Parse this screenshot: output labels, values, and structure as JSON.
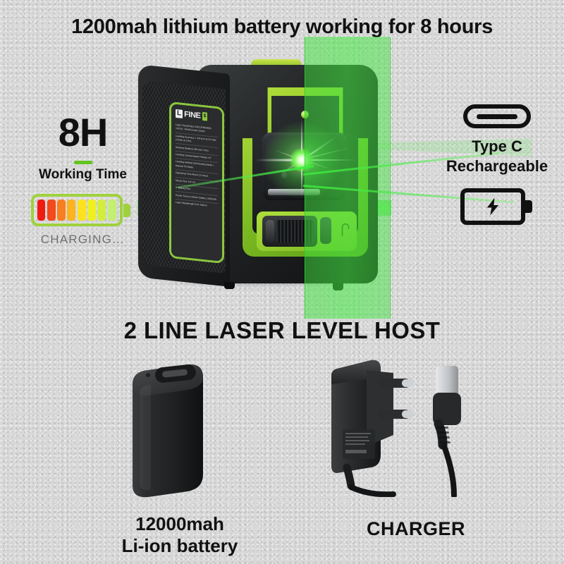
{
  "headline": "1200mah lithium battery working for 8 hours",
  "left_panel": {
    "hours": "8H",
    "working_time_label": "Working Time",
    "charging_label": "CHARGING…",
    "battery_cell_colors": [
      "#f01b12",
      "#f4491a",
      "#f87f1f",
      "#fbb31f",
      "#fde31f",
      "#eff01f",
      "#d2ee3d",
      "#c3ef72"
    ],
    "battery_outline_color": "#9fd13c"
  },
  "right_panel": {
    "usb_port_icon": "usb-c-port-icon",
    "type_c_line1": "Type C",
    "type_c_line2": "Rechargeable",
    "battery_bolt_icon": "battery-charging-icon"
  },
  "device": {
    "brand_logo_l": "L",
    "brand_logo_name": "FINE",
    "brand_logo_mark": "$",
    "specs": [
      "Laser Class/Class 2/IEC/EN60825-1/2014, <5mW power output",
      "Leveling Accuracy ± 1/8 Inch at 33 Feet (±3mm at 10m)",
      "Working Distance 98 Feet / 30m",
      "Leveling Compensation Range ±4°",
      "Leveling Method Self-leveling Mode + Manual Tilt Mode",
      "Operating Time About 12 Hours",
      "Mount Size 1/4\"-20",
      "IP Rating IP54",
      "Power Source Lithium battery 1200mAh",
      "Laser Wavelength 510~530nm"
    ],
    "lock_icon": "lock-icon",
    "laser_color": "#3ce03c",
    "accent_green": "#8cc63f"
  },
  "host_title": "2 LINE LASER LEVEL HOST",
  "battery_pack": {
    "caption_line1": "12000mah",
    "caption_line2": "Li-ion  battery"
  },
  "charger": {
    "caption": "CHARGER"
  }
}
